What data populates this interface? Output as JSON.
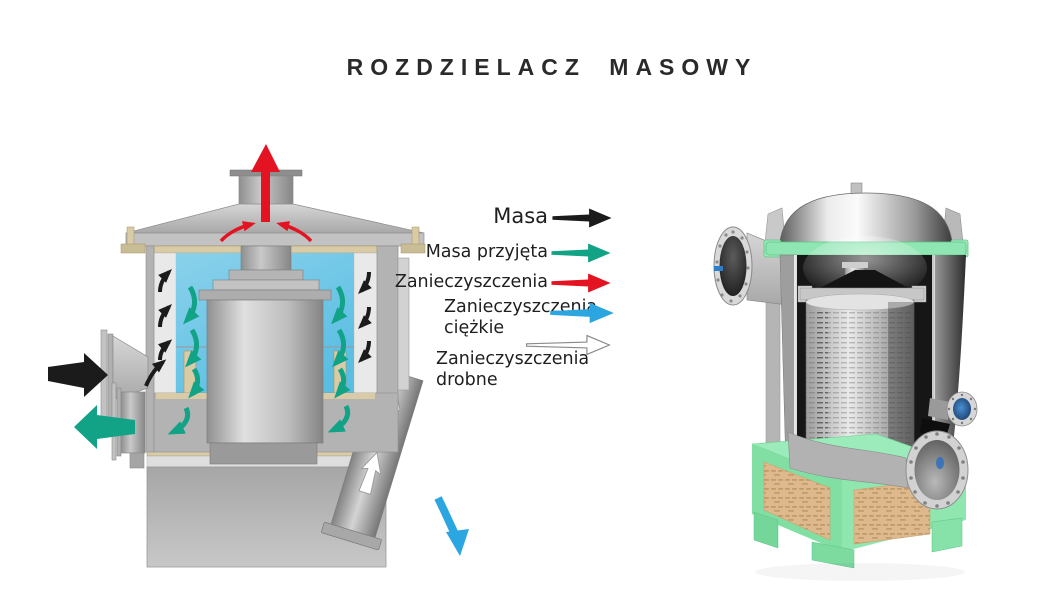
{
  "title": "ROZDZIELACZ MASOWY",
  "legend": {
    "items": [
      {
        "label": "Masa",
        "line2": "",
        "color": "#1b1b1b",
        "arrow": "black-right-arrow"
      },
      {
        "label": "Masa przyjęta",
        "line2": "",
        "color": "#12a286",
        "arrow": "teal-right-arrow"
      },
      {
        "label": "Zanieczyszczenia",
        "line2": "",
        "color": "#e41321",
        "arrow": "red-right-arrow"
      },
      {
        "label": "Zanieczyszczenia",
        "line2": "ciężkie",
        "color": "#2ba6e0",
        "arrow": "blue-right-arrow"
      },
      {
        "label": "Zanieczyszczenia",
        "line2": "drobne",
        "color": "#ffffff",
        "arrow": "white-right-arrow",
        "outline": "#8a8a8a"
      }
    ]
  },
  "diagram": {
    "label": "cross-section-schematic",
    "flows": [
      {
        "name": "stock-inlet-arrow",
        "color": "#1b1b1b"
      },
      {
        "name": "circulation-up-arrows",
        "color": "#1b1b1b"
      },
      {
        "name": "accepted-stock-down-arrows",
        "color": "#12a286"
      },
      {
        "name": "accepted-stock-outlet-arrow",
        "color": "#12a286"
      },
      {
        "name": "light-rejects-vent-arrows",
        "color": "#e41321"
      },
      {
        "name": "heavy-rejects-outlet-arrow",
        "color": "#2ba6e0"
      },
      {
        "name": "fine-rejects-arrows",
        "color": "#ffffff"
      }
    ],
    "fill_colors": {
      "liquid": "#68c6e7",
      "steel": "#b5b5b5",
      "gasket": "#d8cba6"
    }
  },
  "render": {
    "label": "separator-3d-render",
    "colors": {
      "base_mint": "#8ce6ae",
      "panel_tan": "#ddb98d",
      "gasket_green": "#8fe6b2",
      "port_blue": "#2f6fc0"
    }
  }
}
